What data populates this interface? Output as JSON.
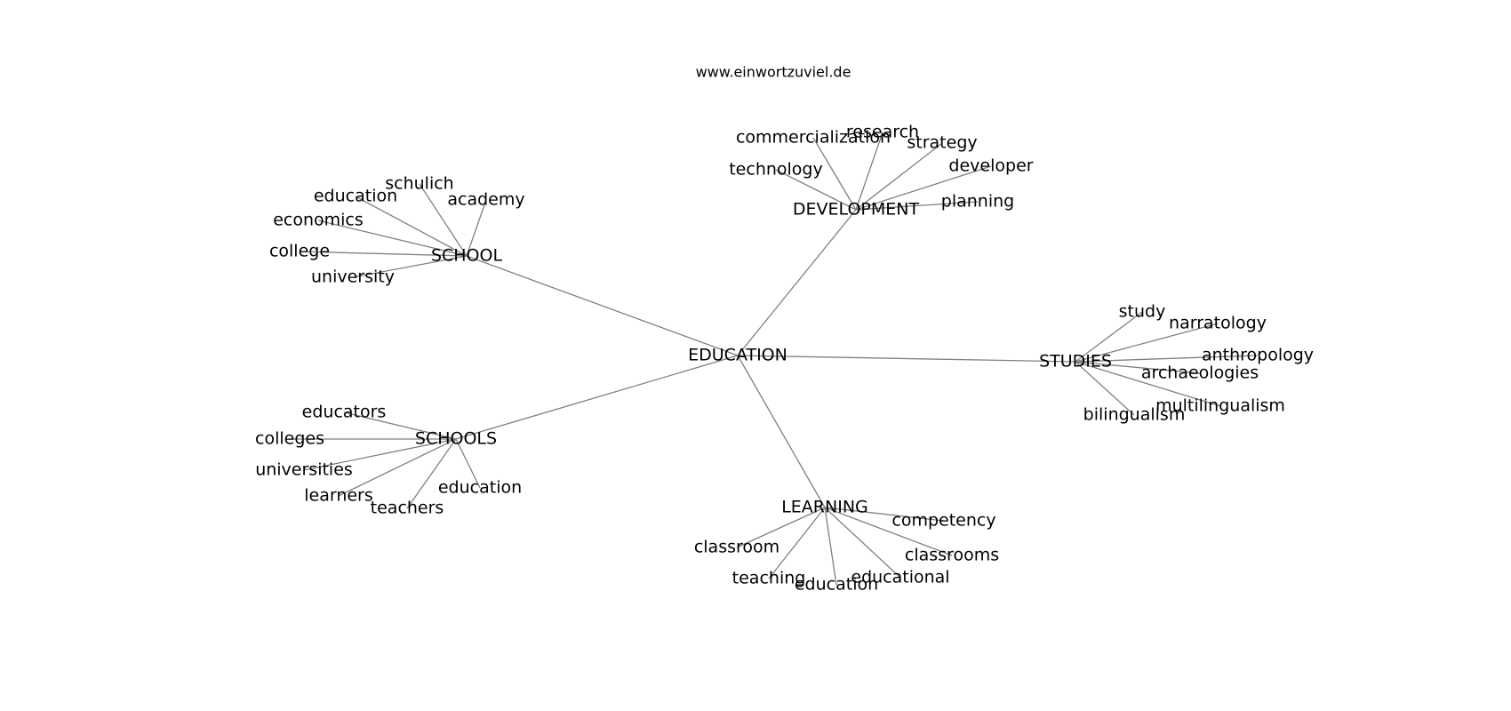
{
  "watermark": "www.einwortzuviel.de",
  "graph": {
    "root": "EDUCATION",
    "clusters": [
      {
        "id": "school",
        "label": "SCHOOL",
        "leaves": [
          "schulich",
          "education",
          "academy",
          "economics",
          "college",
          "university"
        ]
      },
      {
        "id": "development",
        "label": "DEVELOPMENT",
        "leaves": [
          "commercialization",
          "research",
          "strategy",
          "technology",
          "developer",
          "planning"
        ]
      },
      {
        "id": "studies",
        "label": "STUDIES",
        "leaves": [
          "study",
          "narratology",
          "anthropology",
          "archaeologies",
          "multilingualism",
          "bilingualism"
        ]
      },
      {
        "id": "schools",
        "label": "SCHOOLS",
        "leaves": [
          "educators",
          "colleges",
          "universities",
          "learners",
          "teachers",
          "education"
        ]
      },
      {
        "id": "learning",
        "label": "LEARNING",
        "leaves": [
          "competency",
          "classroom",
          "classrooms",
          "teaching",
          "educational",
          "education"
        ]
      }
    ]
  }
}
